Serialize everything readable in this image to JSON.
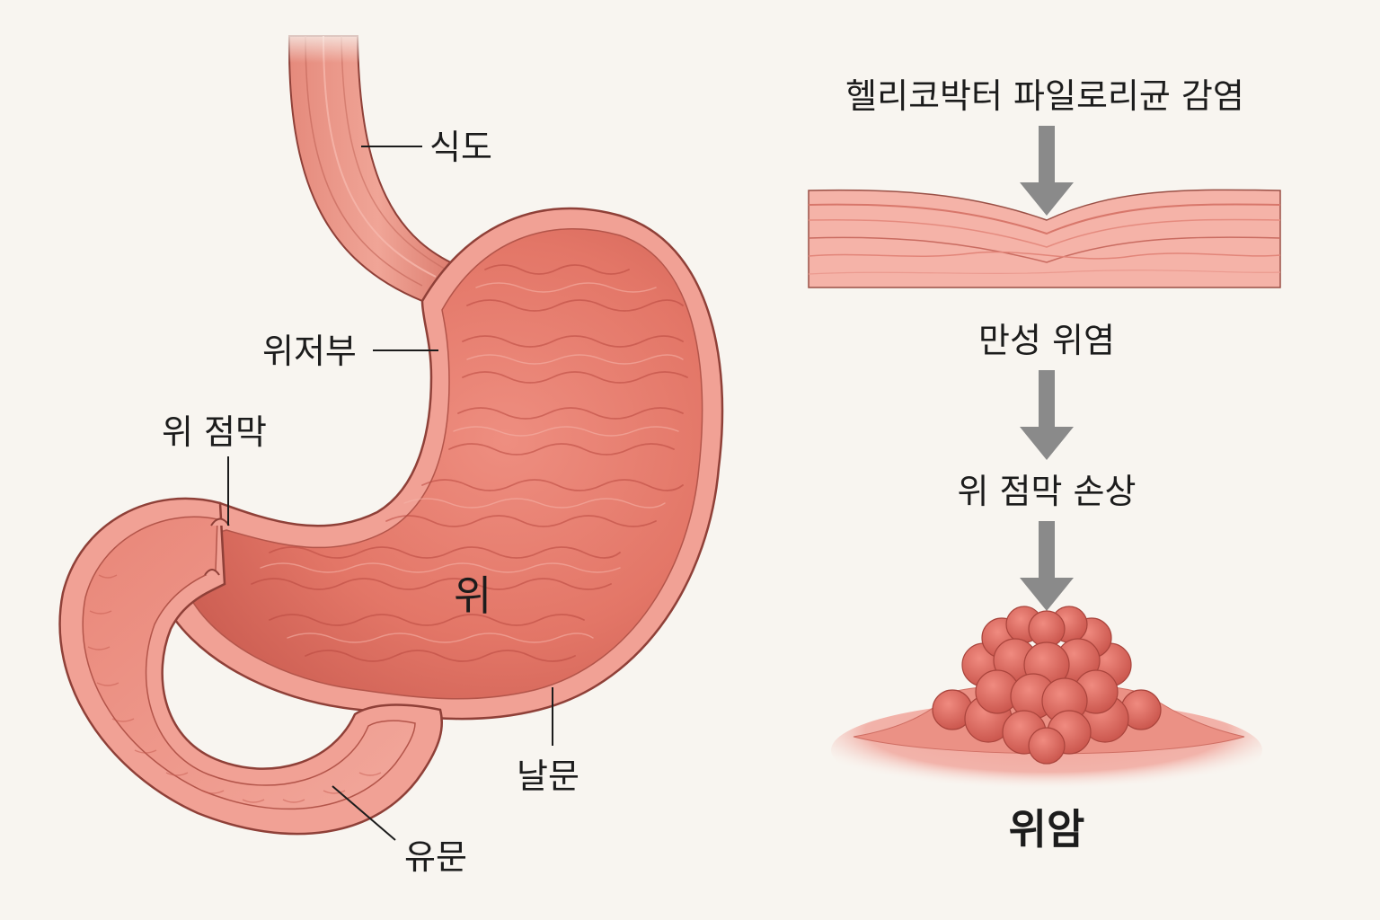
{
  "anatomy": {
    "esophagus": "식도",
    "fundus": "위저부",
    "mucosa": "위 점막",
    "stomach": "위",
    "cardia": "날문",
    "pylorus": "유문"
  },
  "flow": {
    "step1": "헬리코박터 파일로리균 감염",
    "step2": "만성 위염",
    "step3": "위 점막 손상",
    "step4": "위암"
  },
  "colors": {
    "background": "#f8f5f0",
    "tissue": "#e8776a",
    "tissue_light": "#f4a79c",
    "outline": "#8f4038",
    "arrow": "#8a8a8a",
    "text": "#1c1c1c"
  }
}
